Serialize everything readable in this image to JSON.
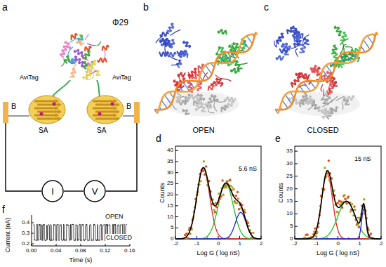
{
  "diagram": {
    "nodes": [
      {
        "text": [
          "I"
        ]
      },
      {
        "text": [
          "V"
        ]
      }
    ],
    "edges": [
      {
        "from": 0,
        "to": 1,
        "arrow": "none"
      }
    ],
    "labels": [
      "a",
      "Φ29",
      "AviTag",
      "AviTag",
      "B",
      "SA",
      "SA",
      "B",
      "b",
      "c",
      "OPEN",
      "CLOSED",
      "d",
      "e",
      "f",
      "Counts",
      "Counts",
      "5.6 nS",
      "15 nS",
      "Log G ( log nS)",
      "Log G ( log nS)",
      "0",
      "5",
      "10",
      "15",
      "20",
      "25",
      "30",
      "35",
      "40",
      "-2",
      "-1",
      "0",
      "1",
      "2",
      "0",
      "5",
      "10",
      "15",
      "20",
      "25",
      "30",
      "35",
      "-2",
      "-1",
      "0",
      "1",
      "2",
      "OPEN",
      "CLOSED",
      "Current (nA)",
      "0.4",
      "0.3",
      "0.2",
      "0.00",
      "0.04",
      "0.08",
      "0.12",
      "0.16",
      "Time (s)"
    ]
  }
}
